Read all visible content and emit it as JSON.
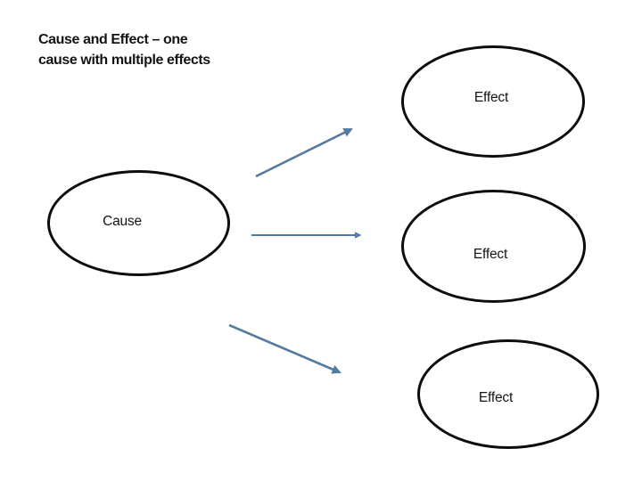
{
  "slide": {
    "background_color": "#ffffff",
    "title_line1": "Cause and Effect – one",
    "title_line2": "cause with multiple effects",
    "title_color": "#141414"
  },
  "diagram": {
    "type": "cause-effect-fanout",
    "ellipse_stroke_color": "#0d0d0d",
    "arrow_color": "#557aa2",
    "nodes": [
      {
        "id": "cause",
        "label": "Cause",
        "shape": "ellipse"
      },
      {
        "id": "effect-1",
        "label": "Effect",
        "shape": "ellipse"
      },
      {
        "id": "effect-2",
        "label": "Effect",
        "shape": "ellipse"
      },
      {
        "id": "effect-3",
        "label": "Effect",
        "shape": "ellipse"
      }
    ],
    "edges": [
      {
        "from": "cause",
        "to": "effect-1",
        "style": "arrow"
      },
      {
        "from": "cause",
        "to": "effect-2",
        "style": "arrow"
      },
      {
        "from": "cause",
        "to": "effect-3",
        "style": "arrow"
      }
    ]
  }
}
